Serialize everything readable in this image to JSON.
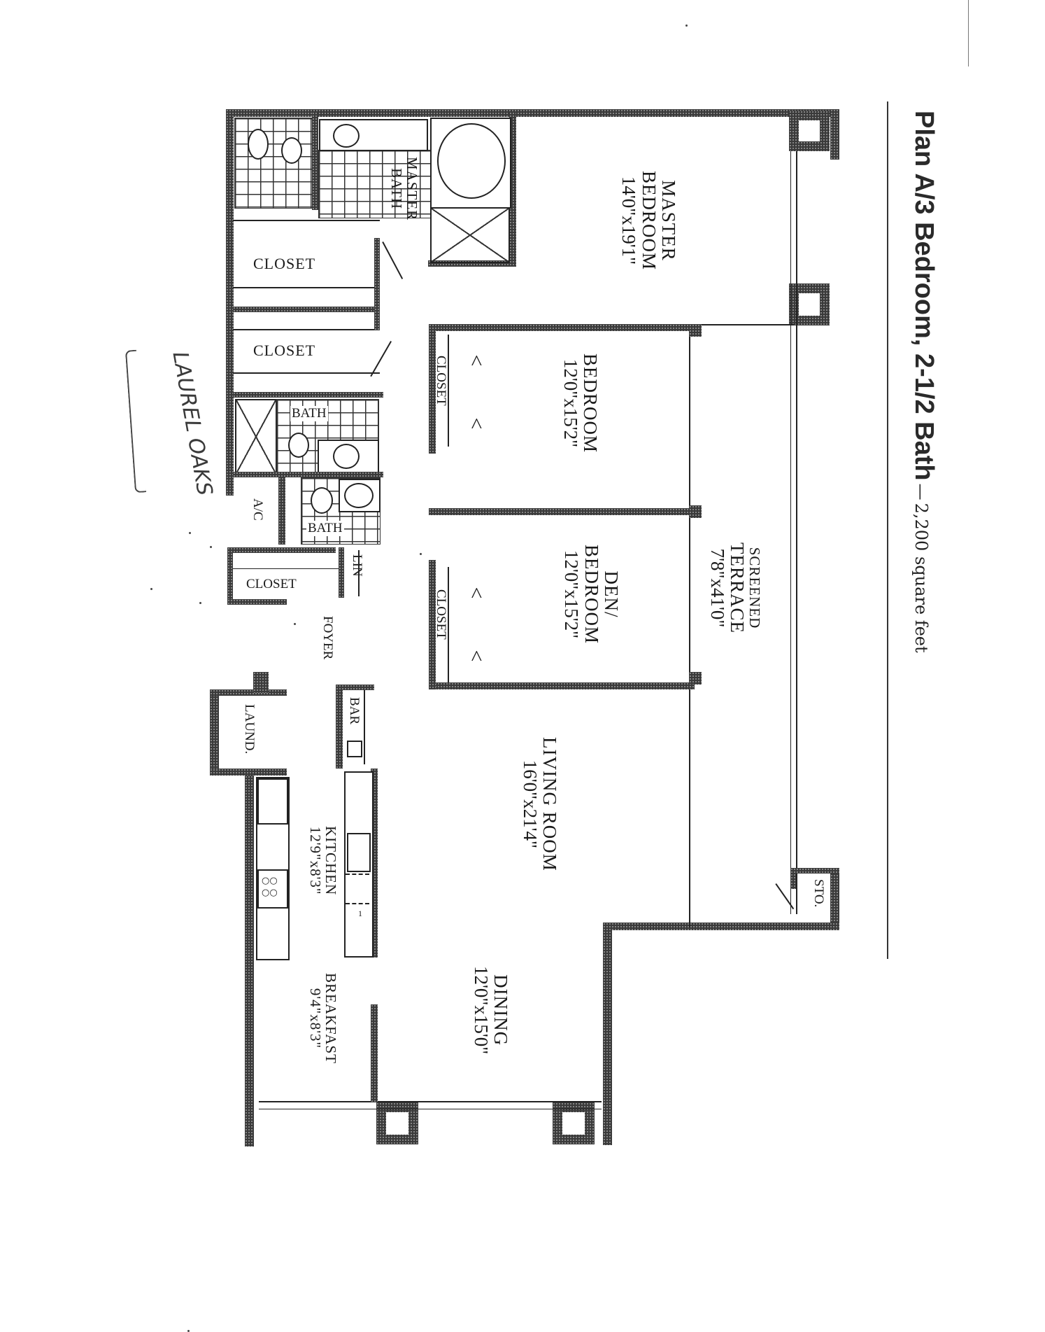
{
  "header": {
    "title": "Plan A/3 Bedroom, 2-1/2 Bath",
    "separator": "—",
    "area": "2,200 square feet"
  },
  "rooms": {
    "master_bedroom": {
      "name_line1": "MASTER",
      "name_line2": "BEDROOM",
      "dims": "14'0\"x19'1\""
    },
    "master_bath": {
      "name_line1": "MASTER",
      "name_line2": "BATH"
    },
    "bedroom": {
      "name": "BEDROOM",
      "dims": "12'0\"x15'2\""
    },
    "den_bedroom": {
      "name_line1": "DEN/",
      "name_line2": "BEDROOM",
      "dims": "12'0\"x15'2\""
    },
    "screened_terrace": {
      "name_line1": "SCREENED",
      "name_line2": "TERRACE",
      "dims": "7'8\"x41'0\""
    },
    "living_room": {
      "name": "LIVING ROOM",
      "dims": "16'0\"x21'4\""
    },
    "dining": {
      "name": "DINING",
      "dims": "12'0\"x15'0\""
    },
    "kitchen": {
      "name": "KITCHEN",
      "dims": "12'9\"x8'3\""
    },
    "breakfast": {
      "name": "BREAKFAST",
      "dims": "9'4\"x8'3\""
    },
    "closet_1": {
      "name": "CLOSET"
    },
    "closet_2": {
      "name": "CLOSET"
    },
    "closet_bedroom": {
      "name": "CLOSET"
    },
    "closet_den": {
      "name": "CLOSET"
    },
    "closet_foyer": {
      "name": "CLOSET"
    },
    "bath_1": {
      "name": "BATH"
    },
    "bath_2": {
      "name": "BATH"
    },
    "ac": {
      "name": "A/C"
    },
    "linen": {
      "name": "LIN"
    },
    "foyer": {
      "name": "FOYER"
    },
    "laundry": {
      "name": "LAUND."
    },
    "bar": {
      "name": "BAR"
    },
    "storage": {
      "name": "STO."
    }
  },
  "fixtures": {
    "kitchen_cabinet_number": "1"
  },
  "annotations": {
    "handwritten": "LAUREL OAKS"
  }
}
